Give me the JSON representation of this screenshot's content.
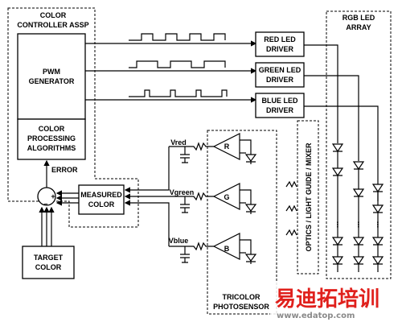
{
  "blocks": {
    "assp_title_1": "COLOR",
    "assp_title_2": "CONTROLLER ASSP",
    "pwm_1": "PWM",
    "pwm_2": "GENERATOR",
    "algo_1": "COLOR",
    "algo_2": "PROCESSING",
    "algo_3": "ALGORITHMS",
    "error": "ERROR",
    "measured_1": "MEASURED",
    "measured_2": "COLOR",
    "target_1": "TARGET",
    "target_2": "COLOR",
    "red_driver_1": "RED LED",
    "red_driver_2": "DRIVER",
    "green_driver_1": "GREEN LED",
    "green_driver_2": "DRIVER",
    "blue_driver_1": "BLUE LED",
    "blue_driver_2": "DRIVER",
    "rgb_array_1": "RGB LED",
    "rgb_array_2": "ARRAY",
    "optics": "OPTICS / LIGHT GUIDE / MIXER",
    "sensor_1": "TRICOLOR",
    "sensor_2": "PHOTOSENSOR",
    "vred": "Vred",
    "vgreen": "Vgreen",
    "vblue": "Vblue",
    "amp_r": "R",
    "amp_g": "G",
    "amp_b": "B",
    "summer_plus": "+",
    "summer_minus": "–"
  },
  "watermark": {
    "chinese": "易迪拓培训",
    "url": "www.edatop.com"
  },
  "colors": {
    "watermark_red": "#e0201c",
    "watermark_blue": "#1a5fb4",
    "watermark_grey": "#8a8a8a"
  }
}
